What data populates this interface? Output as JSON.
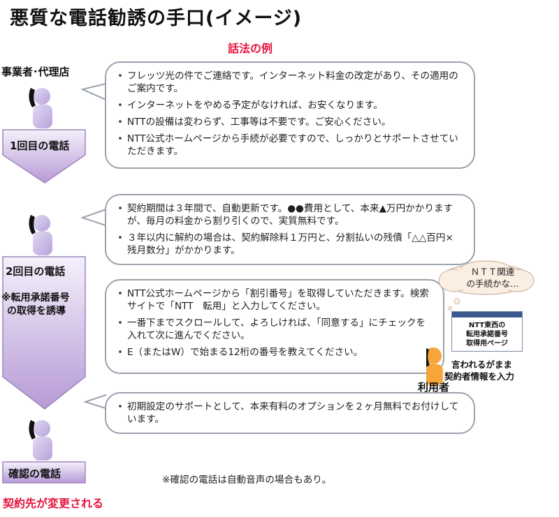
{
  "title": "悪質な電話勧誘の手口(イメージ)",
  "subtitle": "話法の例",
  "flow": {
    "actor": "事業者･代理店",
    "call1": "1回目の電話",
    "call2": "2回目の電話",
    "call2_note_line1": "※転用承諾番号",
    "call2_note_line2": "の取得を誘導",
    "confirm": "確認の電話",
    "result": "契約先が変更される"
  },
  "bubbles": [
    {
      "items": [
        "フレッツ光の件でご連絡です。インターネット料金の改定があり、その適用のご案内です。",
        "インターネットをやめる予定がなければ、お安くなります。",
        "NTTの設備は変わらず、工事等は不要です。ご安心ください。",
        "NTT公式ホームページから手続が必要ですので、しっかりとサポートさせていただきます。"
      ]
    },
    {
      "items": [
        "契約期間は３年間で、自動更新です。●●費用として、本来▲万円かかりますが、毎月の料金から割り引くので、実質無料です。",
        "３年以内に解約の場合は、契約解除料１万円と、分割払いの残債「△△百円×残月数分」がかかります。"
      ]
    },
    {
      "items": [
        "NTT公式ホームページから「割引番号」を取得していただきます。検索サイトで「NTT　転用」と入力してください。",
        "一番下までスクロールして、よろしければ、「同意する」にチェックを入れて次に進んでください。",
        "E（またはW）で始まる12桁の番号を教えてください。"
      ]
    },
    {
      "items": [
        "初期設定のサポートとして、本来有料のオプションを２ヶ月無料でお付けしています。"
      ]
    }
  ],
  "confirm_note": "※確認の電話は自動音声の場合もあり。",
  "user_side": {
    "thought_line1": "ＮＴＴ関連",
    "thought_line2": "の手続かな…",
    "card_line1": "NTT東西の",
    "card_line2": "転用承諾番号",
    "card_line3": "取得用ページ",
    "caption_line1": "言われるがまま",
    "caption_line2": "契約者情報を入力",
    "label": "利用者"
  },
  "colors": {
    "arrow_fill_top": "#f4eefb",
    "arrow_fill_bottom": "#b79bd6",
    "arrow_stroke": "#9c86bd",
    "head_color": "#c7b8e6",
    "body_color": "#c7b8e6",
    "phone_color": "#111111",
    "accent_red": "#e8123c",
    "bubble_border": "#9aa2ac"
  }
}
